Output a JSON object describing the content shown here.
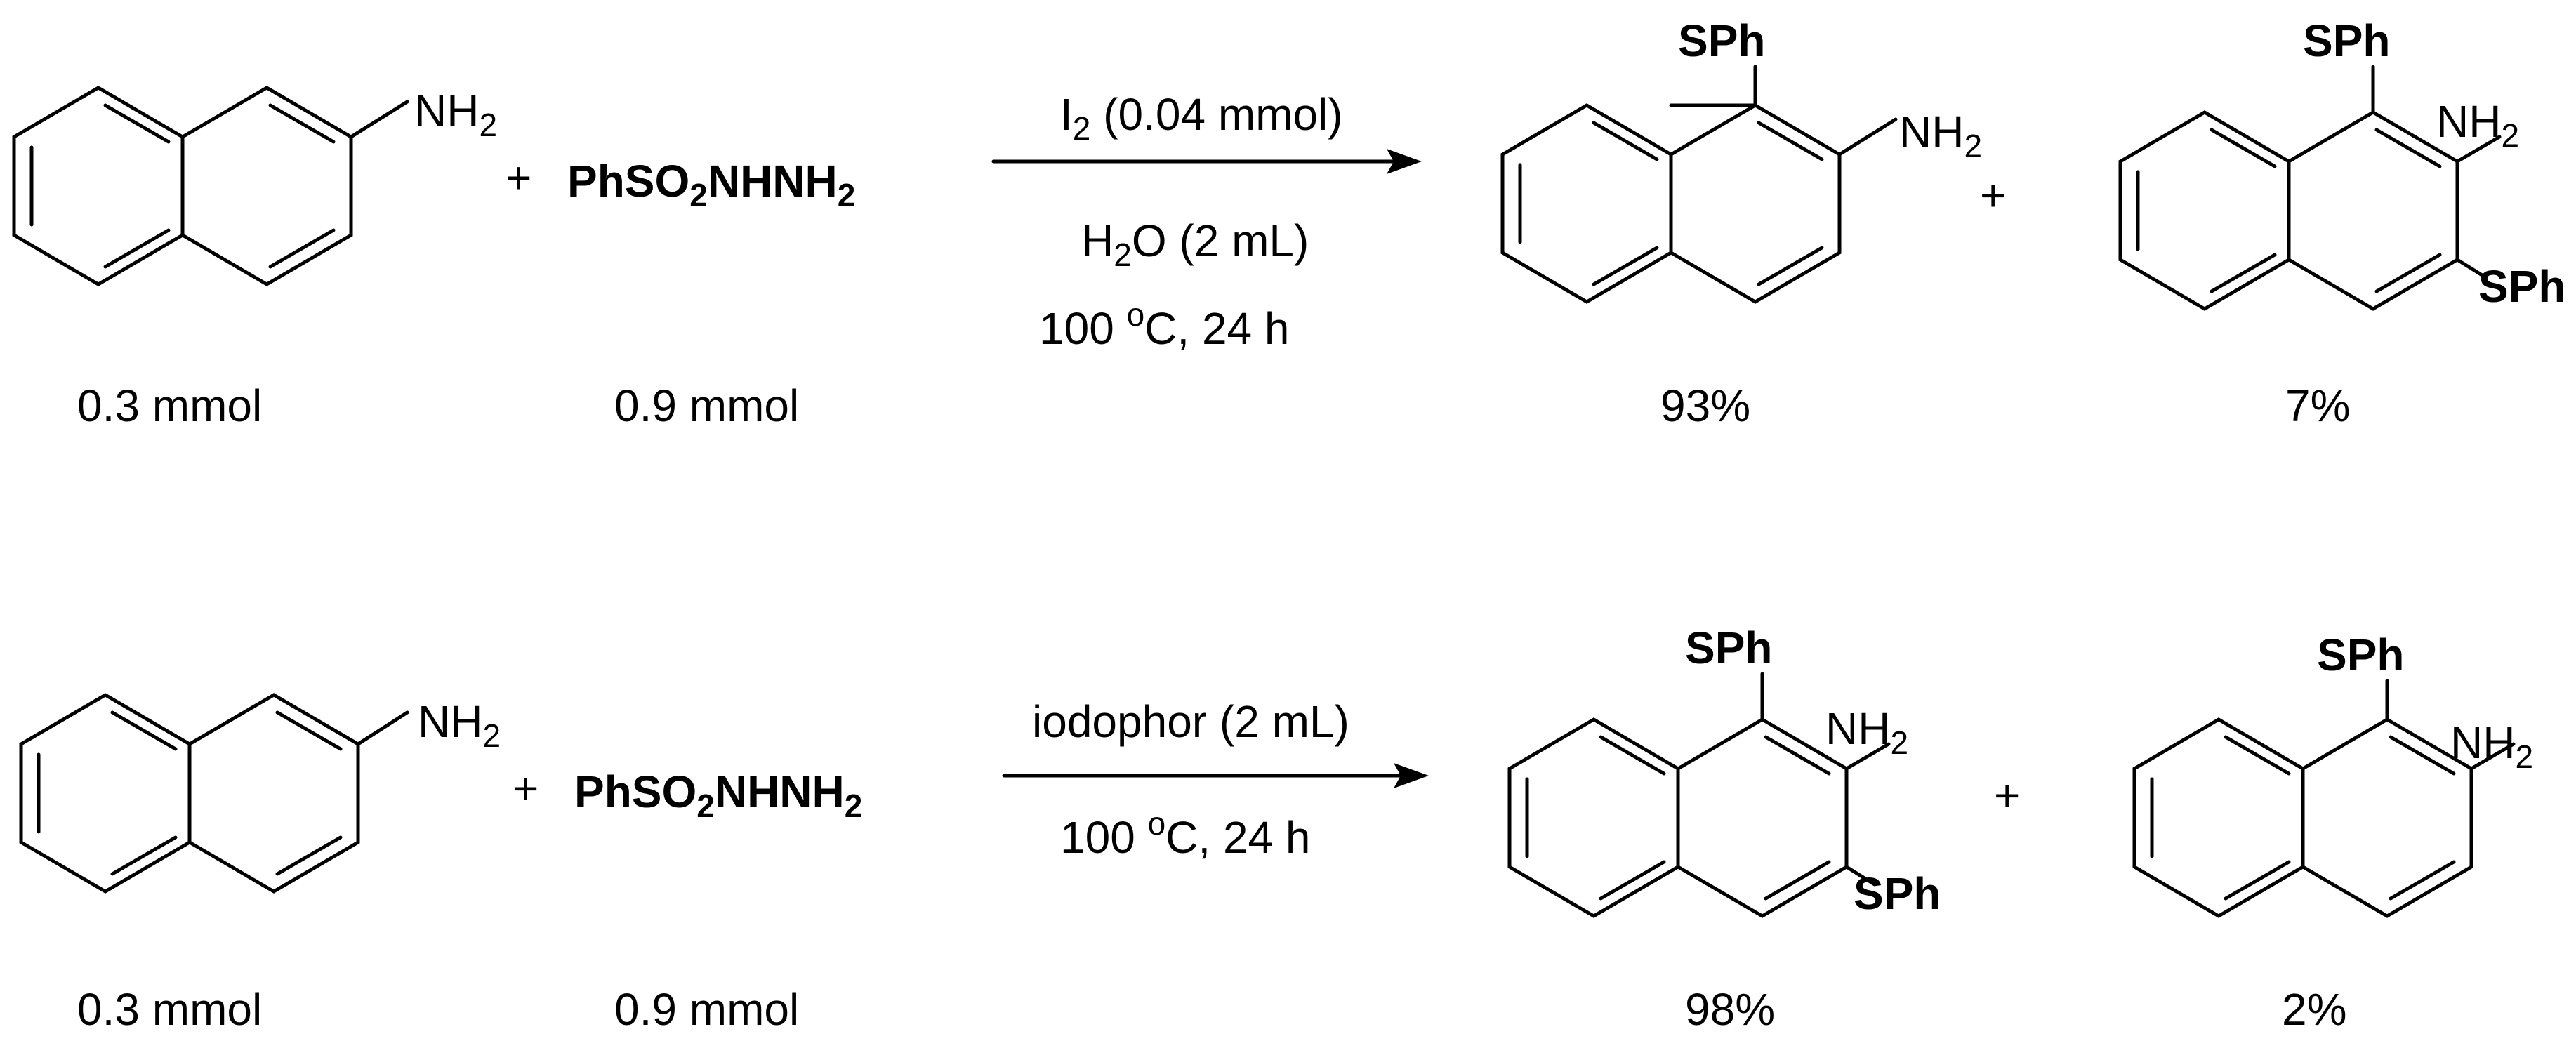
{
  "reactions": [
    {
      "reactant": {
        "amine_label": "NH",
        "amine_sub": "2",
        "amount": "0.3 mmol"
      },
      "plus": "+",
      "reagent": {
        "p1": "PhSO",
        "sub": "2",
        "p2": "NHNH",
        "sub2": "2",
        "amount": "0.9 mmol"
      },
      "conditions": {
        "line1_main": "I",
        "line1_sub": "2",
        "line1_rest": " (0.04 mmol)",
        "line2_a": "H",
        "line2_sub": "2",
        "line2_b": "O (2 mL)",
        "line3_a": "100 ",
        "line3_sup": "o",
        "line3_b": "C, 24 h"
      },
      "product_a": {
        "sph": "SPh",
        "amine": "NH",
        "amine_sub": "2",
        "yield": "93%"
      },
      "product_plus": "+",
      "product_b": {
        "sph_top": "SPh",
        "amine": "NH",
        "amine_sub": "2",
        "sph_bottom": "SPh",
        "yield": "7%"
      }
    },
    {
      "reactant": {
        "amine_label": "NH",
        "amine_sub": "2",
        "amount": "0.3 mmol"
      },
      "plus": "+",
      "reagent": {
        "p1": "PhSO",
        "sub": "2",
        "p2": "NHNH",
        "sub2": "2",
        "amount": "0.9 mmol"
      },
      "conditions": {
        "line1": "iodophor (2 mL)",
        "line2_a": "100 ",
        "line2_sup": "o",
        "line2_b": "C, 24 h"
      },
      "product_a": {
        "sph_top": "SPh",
        "amine": "NH",
        "amine_sub": "2",
        "sph_bottom": "SPh",
        "yield": "98%"
      },
      "product_plus": "+",
      "product_b": {
        "sph": "SPh",
        "amine": "NH",
        "amine_sub": "2",
        "yield": "2%"
      }
    }
  ]
}
